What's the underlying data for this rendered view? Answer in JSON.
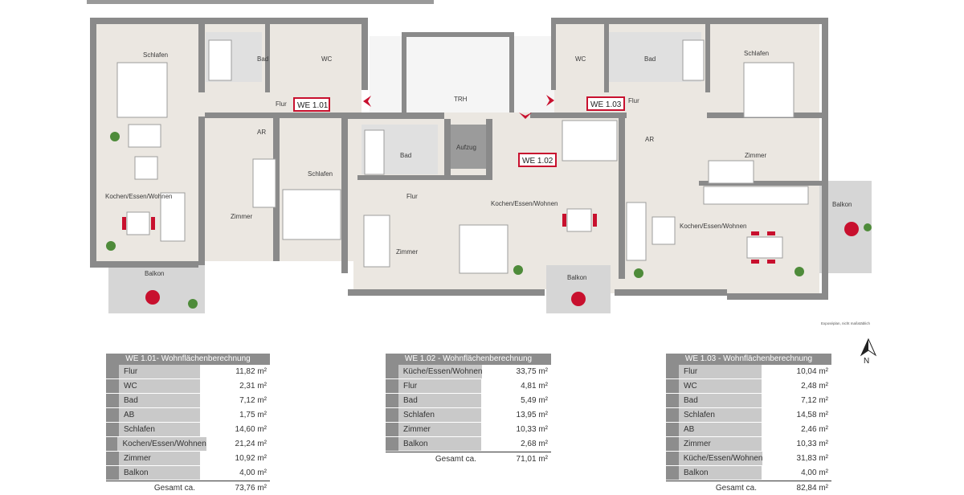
{
  "plan": {
    "labels": {
      "schlafen_left": "Schlafen",
      "bad_left": "Bad",
      "wc_left": "WC",
      "flur_left": "Flur",
      "ar_left": "AR",
      "kew_left": "Kochen/Essen/Wohnen",
      "zimmer_left": "Zimmer",
      "schlafen_mid": "Schlafen",
      "balkon_left": "Balkon",
      "trh": "TRH",
      "bad_mid": "Bad",
      "aufzug": "Aufzug",
      "flur_mid": "Flur",
      "kew_mid": "Kochen/Essen/Wohnen",
      "zimmer_mid": "Zimmer",
      "balkon_mid": "Balkon",
      "wc_right": "WC",
      "bad_right": "Bad",
      "schlafen_right": "Schlafen",
      "flur_right": "Flur",
      "ar_right": "AR",
      "zimmer_right": "Zimmer",
      "kew_right": "Kochen/Essen/Wohnen",
      "balkon_right": "Balkon"
    },
    "unit_tags": [
      "WE 1.01",
      "WE 1.02",
      "WE 1.03"
    ],
    "accent_color": "#c8102e",
    "wall_color": "#8a8a8a",
    "floor_color": "#ebe7e1",
    "note": "Exposéplan, nicht maßstäblich",
    "north": "N"
  },
  "tables": [
    {
      "title": "WE 1.01- Wohnflächenberechnung",
      "rows": [
        {
          "name": "Flur",
          "value": "11,82 m²"
        },
        {
          "name": "WC",
          "value": "2,31 m²"
        },
        {
          "name": "Bad",
          "value": "7,12 m²"
        },
        {
          "name": "AB",
          "value": "1,75 m²"
        },
        {
          "name": "Schlafen",
          "value": "14,60 m²"
        },
        {
          "name": "Kochen/Essen/Wohnen",
          "value": "21,24 m²"
        },
        {
          "name": "Zimmer",
          "value": "10,92 m²"
        },
        {
          "name": "Balkon",
          "value": "4,00 m²"
        }
      ],
      "total_label": "Gesamt ca.",
      "total_value": "73,76 m²"
    },
    {
      "title": "WE 1.02 - Wohnflächenberechnung",
      "rows": [
        {
          "name": "Küche/Essen/Wohnen",
          "value": "33,75 m²"
        },
        {
          "name": "Flur",
          "value": "4,81 m²"
        },
        {
          "name": "Bad",
          "value": "5,49 m²"
        },
        {
          "name": "Schlafen",
          "value": "13,95 m²"
        },
        {
          "name": "Zimmer",
          "value": "10,33 m²"
        },
        {
          "name": "Balkon",
          "value": "2,68 m²"
        }
      ],
      "total_label": "Gesamt ca.",
      "total_value": "71,01 m²"
    },
    {
      "title": "WE 1.03 - Wohnflächenberechnung",
      "rows": [
        {
          "name": "Flur",
          "value": "10,04 m²"
        },
        {
          "name": "WC",
          "value": "2,48 m²"
        },
        {
          "name": "Bad",
          "value": "7,12 m²"
        },
        {
          "name": "Schlafen",
          "value": "14,58 m²"
        },
        {
          "name": "AB",
          "value": "2,46 m²"
        },
        {
          "name": "Zimmer",
          "value": "10,33 m²"
        },
        {
          "name": "Küche/Essen/Wohnen",
          "value": "31,83 m²"
        },
        {
          "name": "Balkon",
          "value": "4,00 m²"
        }
      ],
      "total_label": "Gesamt ca.",
      "total_value": "82,84 m²"
    }
  ]
}
